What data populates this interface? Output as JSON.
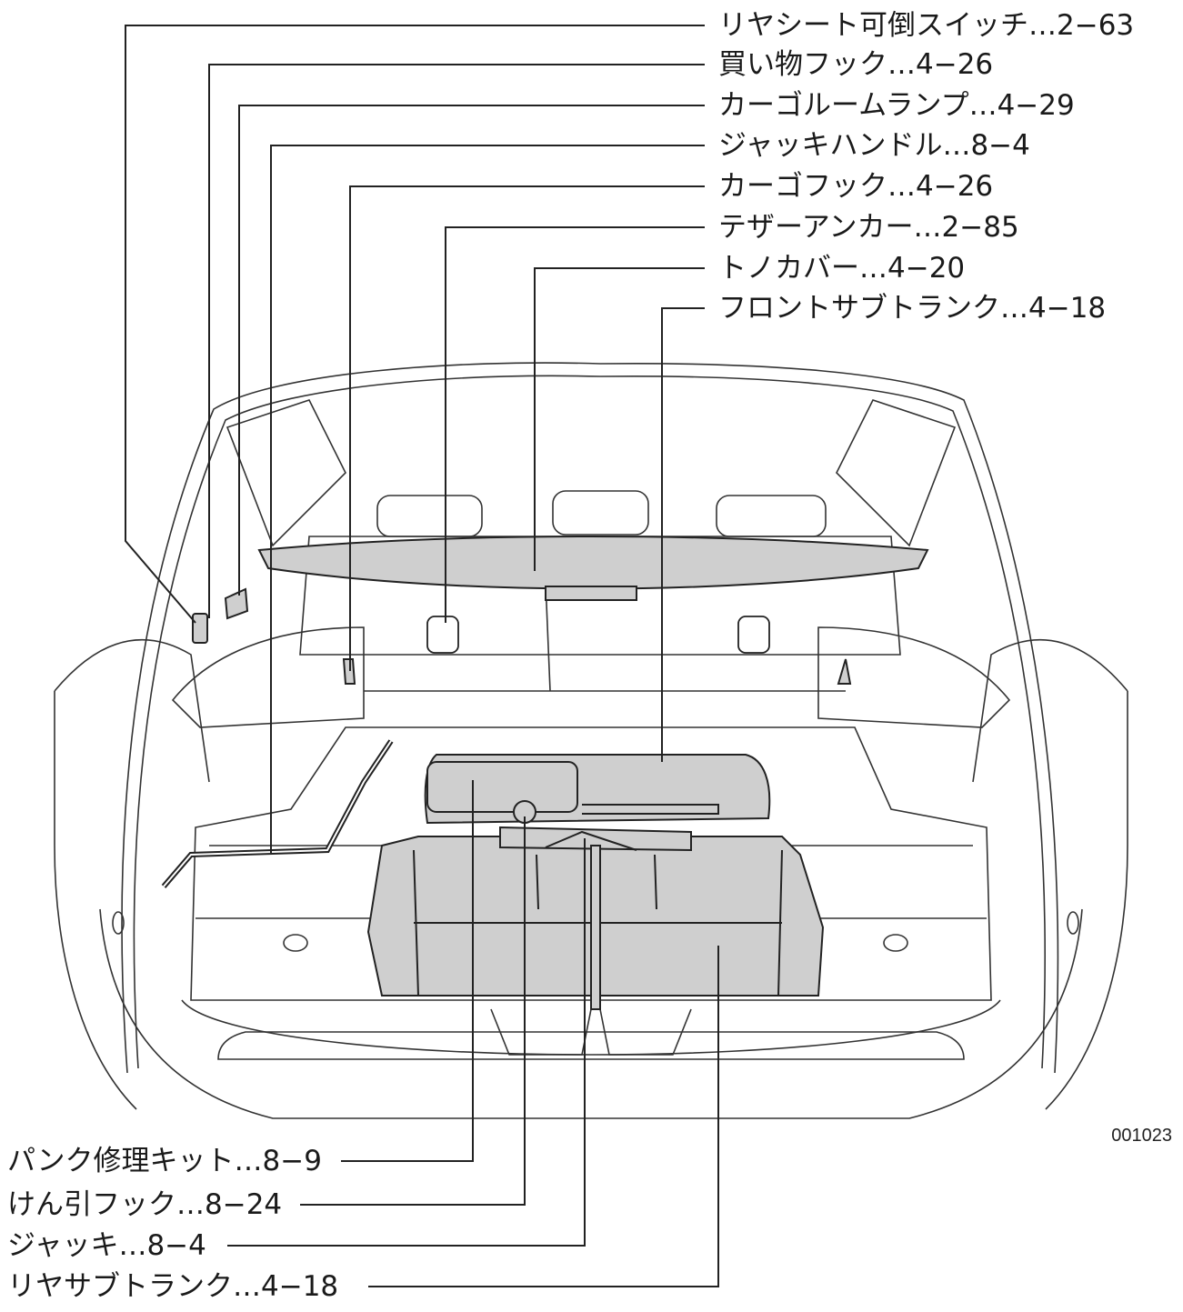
{
  "labels_top": [
    "リヤシート可倒スイッチ…2−63",
    "買い物フック…4−26",
    "カーゴルームランプ…4−29",
    "ジャッキハンドル…8−4",
    "カーゴフック…4−26",
    "テザーアンカー…2−85",
    "トノカバー…4−20",
    "フロントサブトランク…4−18"
  ],
  "labels_bottom": [
    "パンク修理キット…8−9",
    "けん引フック…8−24",
    "ジャッキ…8−4",
    "リヤサブトランク…4−18"
  ],
  "figure_id": "001023"
}
